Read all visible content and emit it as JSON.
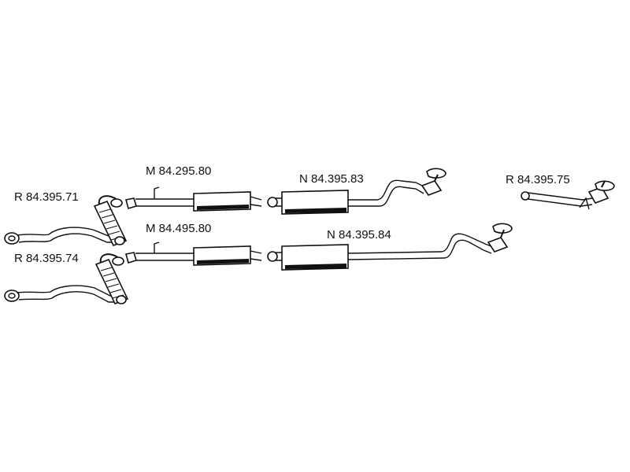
{
  "diagram": {
    "part_numbers": {
      "r71": "R 84.395.71",
      "r74": "R 84.395.74",
      "m80a": "M 84.295.80",
      "m80b": "M 84.495.80",
      "n83": "N 84.395.83",
      "n84": "N 84.395.84",
      "r75": "R 84.395.75"
    }
  }
}
